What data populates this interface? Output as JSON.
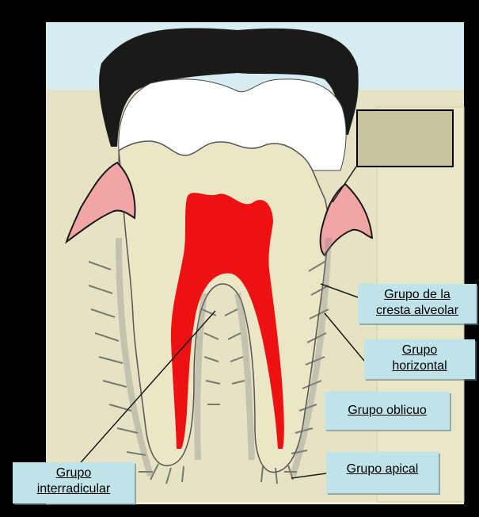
{
  "labels": {
    "alveolar_crest_group": [
      "Grupo de la",
      "cresta alveolar"
    ],
    "horizontal_group": [
      "Grupo",
      "horizontal"
    ],
    "oblique_group": "Grupo oblicuo",
    "apical_group": "Grupo apical",
    "interradicular_group": [
      "Grupo",
      "interradicular"
    ]
  },
  "colors": {
    "background": "#000000",
    "panel": "#f3f0dc",
    "sky": "#d6eef2",
    "bone": "#e6e2c4",
    "dentin": "#ebe6c6",
    "enamel": "#ffffff",
    "pulp": "#ee1111",
    "gingiva": "#f2a5a5",
    "label_fill": "#bfe3e8",
    "empty_box": "#c6c39b"
  }
}
